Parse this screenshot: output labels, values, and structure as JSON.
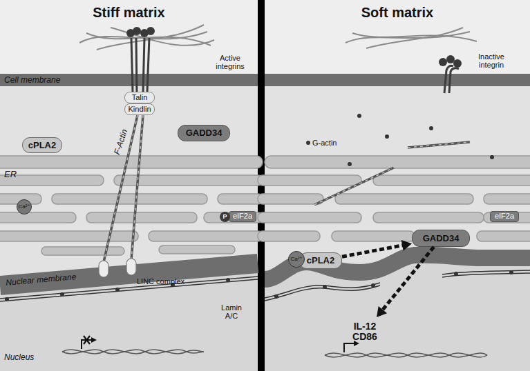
{
  "diagram": {
    "nodes": [
      {
        "text": [
          "Stiff matrix"
        ]
      },
      {
        "text": [
          "Soft matrix"
        ]
      },
      {
        "text": [
          "Talin"
        ],
        "in": 0
      },
      {
        "text": [
          "Kindlin"
        ],
        "in": 0
      },
      {
        "text": [
          "cPLA2"
        ],
        "in": 0
      },
      {
        "text": [
          "GADD34"
        ],
        "in": 0
      },
      {
        "text": [
          "Ca²⁺"
        ],
        "in": 0
      },
      {
        "text": [
          "P"
        ],
        "in": 0
      },
      {
        "text": [
          "eIF2a"
        ],
        "in": 0
      },
      {
        "text": [
          "eIF2a"
        ],
        "in": 1
      },
      {
        "text": [
          "Ca²⁺"
        ],
        "in": 1
      },
      {
        "text": [
          "cPLA2"
        ],
        "in": 1
      },
      {
        "text": [
          "GADD34"
        ],
        "in": 1
      },
      {
        "text": [
          "IL-12 CD86"
        ],
        "in": 1
      }
    ],
    "edges": [
      {
        "from": 11,
        "to": 12,
        "arrow": "to"
      },
      {
        "from": 12,
        "to": 13,
        "arrow": "to"
      }
    ],
    "labels": [
      "Active integrins",
      "Cell membrane",
      "F-Actin",
      "ER",
      "Nuclear membrane",
      "LINC complex",
      "Lamin A/C",
      "Nucleus",
      "Inactive integrin",
      "G-actin"
    ]
  }
}
